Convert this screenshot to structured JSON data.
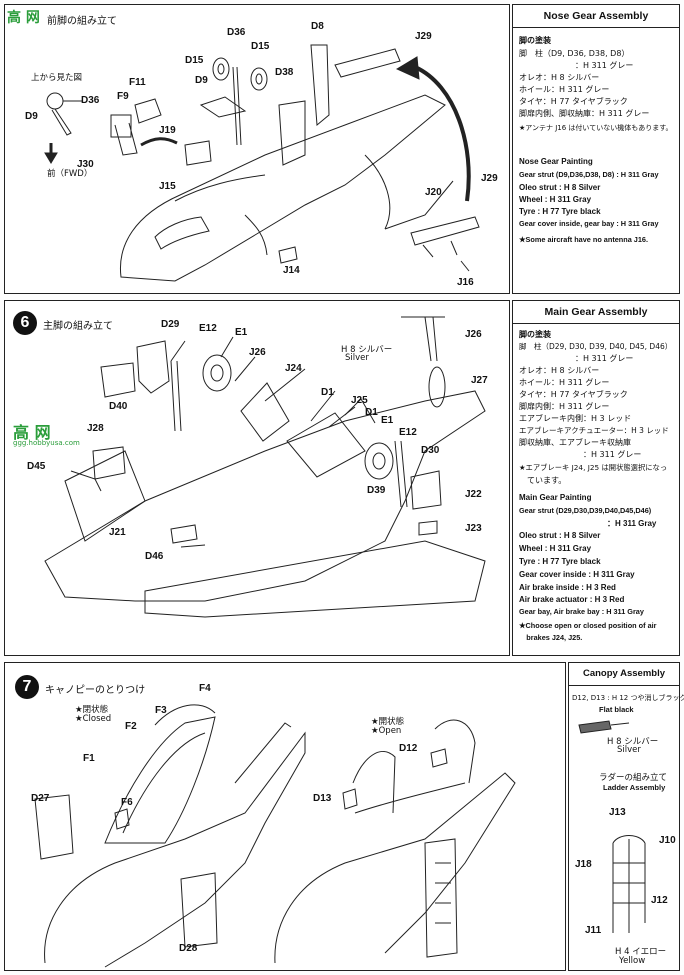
{
  "watermark": {
    "text": "高 网",
    "sub": "ggg.hobbyusa.com"
  },
  "step5": {
    "title_suffix": "前脚の組み立て",
    "view_label_jp": "上から見た図",
    "fwd_label": "前（FWD）",
    "parts": [
      "D36",
      "D15",
      "D8",
      "J29",
      "D15",
      "D9",
      "D38",
      "F11",
      "F9",
      "J19",
      "D36",
      "D9",
      "J30",
      "J15",
      "J20",
      "J29",
      "J14",
      "J16"
    ]
  },
  "step6": {
    "number": "6",
    "title": "主脚の組み立て",
    "silver_jp": "H 8 シルバー",
    "silver_en": "Silver",
    "parts": [
      "D29",
      "E12",
      "E1",
      "J26",
      "J27",
      "J26",
      "J24",
      "D40",
      "D1",
      "J25",
      "D1",
      "E1",
      "J28",
      "E12",
      "D30",
      "D45",
      "D39",
      "J22",
      "J21",
      "J23",
      "D46"
    ]
  },
  "step7": {
    "number": "7",
    "title": "キャノピーのとりつけ",
    "closed_jp": "★閉状態",
    "closed_en": "★Closed",
    "open_jp": "★開状態",
    "open_en": "★Open",
    "parts": [
      "F4",
      "F3",
      "F2",
      "F1",
      "F6",
      "D27",
      "D28",
      "D12",
      "D13"
    ]
  },
  "nose_gear": {
    "header": "Nose Gear Assembly",
    "jp_title": "脚の塗装",
    "jp_lines": [
      "脚　柱（D9, D36, D38, D8）",
      "　　　　　　　：H 311 グレー",
      "オレオ：H 8 シルバー",
      "ホイール：H 311 グレー",
      "タイヤ：H 77 タイヤブラック",
      "脚扉内側、脚収納庫：H 311 グレー",
      "★アンテナ J16 は付いていない機体もあります。"
    ],
    "en_title": "Nose Gear Painting",
    "en_lines": [
      "Gear strut (D9,D36,D38, D8) : H 311 Gray",
      "Oleo strut : H 8 Silver",
      "Wheel : H 311 Gray",
      "Tyre : H 77 Tyre black",
      "Gear cover inside, gear bay : H 311 Gray",
      "★Some aircraft have no antenna J16."
    ]
  },
  "main_gear": {
    "header": "Main Gear Assembly",
    "jp_title": "脚の塗装",
    "jp_lines": [
      "脚　柱（D29, D30, D39, D40, D45, D46）",
      "　　　　　　　：H 311 グレー",
      "オレオ：H 8 シルバー",
      "ホイール：H 311 グレー",
      "タイヤ：H 77 タイヤブラック",
      "脚扉内側：H 311 グレー",
      "エアブレーキ内側：H 3 レッド",
      "エアブレーキアクチュエーター：H 3 レッド",
      "脚収納庫、エアブレーキ収納庫",
      "　　　　　　　　：H 311 グレー",
      "★エアブレーキ J24, J25 は開状態選択になっ",
      "　ています。"
    ],
    "en_title": "Main Gear Painting",
    "en_lines": [
      "Gear strut (D29,D30,D39,D40,D45,D46)",
      "　　　　　　　　　　　：H 311 Gray",
      "Oleo strut : H 8 Silver",
      "Wheel : H 311 Gray",
      "Tyre : H 77 Tyre black",
      "Gear cover inside : H 311 Gray",
      "Air brake inside : H 3 Red",
      "Air brake actuator : H 3 Red",
      "Gear bay, Air brake bay : H 311 Gray",
      "★Choose open or closed position of air",
      "　brakes J24, J25."
    ]
  },
  "canopy": {
    "header": "Canopy Assembly",
    "line1": "D12, D13 : H 12 つや消しブラック",
    "line2": "Flat black",
    "silver_jp": "H 8 シルバー",
    "silver_en": "Silver",
    "ladder_jp": "ラダーの組み立て",
    "ladder_en": "Ladder Assembly",
    "ladder_parts": [
      "J13",
      "J10",
      "J18",
      "J12",
      "J11"
    ],
    "yellow_jp": "H 4 イエロー",
    "yellow_en": "Yellow"
  }
}
